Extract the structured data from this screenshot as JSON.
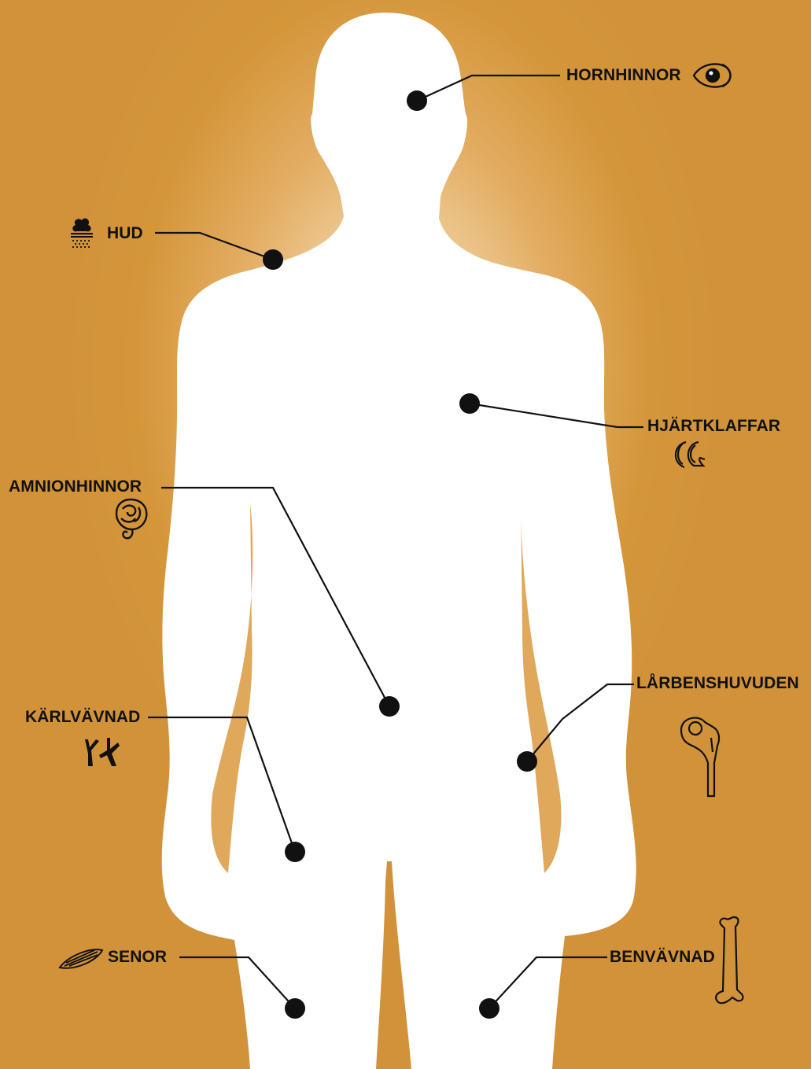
{
  "labels": {
    "hornhinnor": "HORNHINNOR",
    "hud": "HUD",
    "hjartklaffar": "HJÄRTKLAFFAR",
    "amnionhinnor": "AMNIONHINNOR",
    "karlvavnad": "KÄRLVÄVNAD",
    "larbenshuvuden": "LÅRBENSHUVUDEN",
    "senor": "SENOR",
    "benvavnad": "BENVÄVNAD"
  },
  "icons": {
    "hornhinnor": "eye-icon",
    "hud": "skin-icon",
    "hjartklaffar": "heart-valve-icon",
    "amnionhinnor": "amniotic-membrane-icon",
    "karlvavnad": "blood-vessel-icon",
    "larbenshuvuden": "femoral-head-icon",
    "senor": "tendon-icon",
    "benvavnad": "bone-icon"
  },
  "colors": {
    "background": "#d5963a",
    "glow": "#fbf3e6",
    "silhouette": "#ffffff",
    "marker": "#111111"
  }
}
